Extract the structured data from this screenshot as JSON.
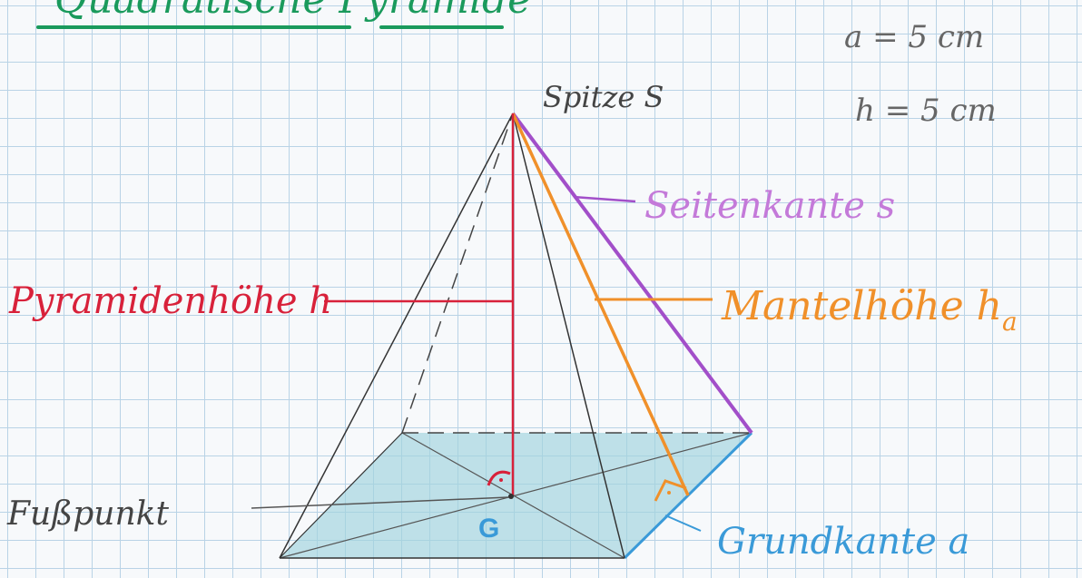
{
  "title": "Quadratische Pyramide",
  "given": {
    "a": "a = 5 cm",
    "h": "h = 5 cm"
  },
  "labels": {
    "apex": "Spitze S",
    "lateral_edge": "Seitenkante s",
    "pyramid_height": "Pyramidenhöhe h",
    "slant_height": "Mantelhöhe h",
    "slant_height_sub": "a",
    "foot_point": "Fußpunkt",
    "base_center": "G",
    "base_edge": "Grundkante a"
  },
  "colors": {
    "title": "#1a9a5c",
    "height": "#d8213a",
    "lateral_edge": "#a24fc9",
    "slant": "#f0902a",
    "base_fill": "#9fd3dd",
    "base_edge": "#3a9ad8",
    "pencil": "#3a3a3a"
  }
}
